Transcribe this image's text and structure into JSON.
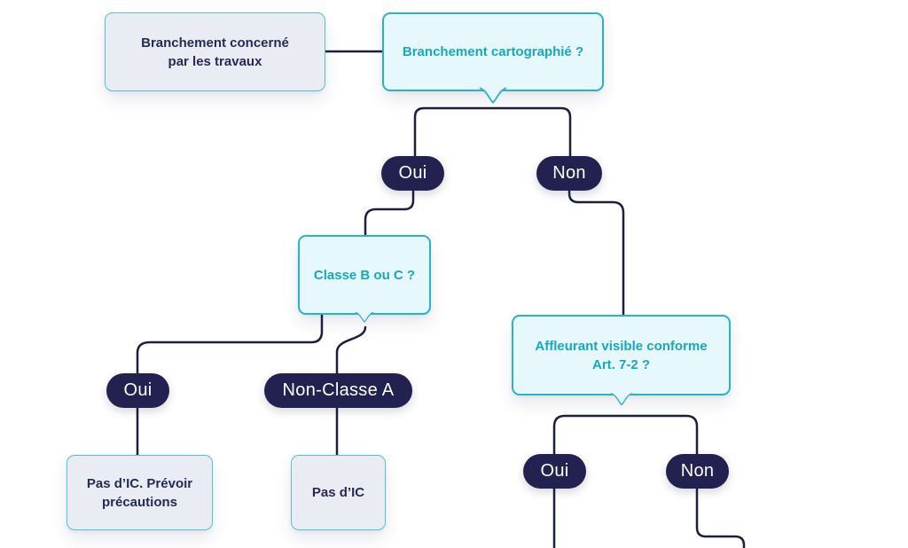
{
  "diagram": {
    "background": "#ffffff",
    "colors": {
      "background": "#ffffff",
      "connector": "#1d1f3e",
      "pill_bg": "#232150",
      "pill_text": "#ffffff",
      "question_border": "#29b3c5",
      "question_fill": "#e6f8fb",
      "question_text": "#16a9be",
      "info_fill": "#eaecf4",
      "info_border": "#55c2d2",
      "info_text": "#262a54"
    },
    "boxes": {
      "start": {
        "line1": "Branchement concerné",
        "line2": "par les travaux"
      },
      "q_cartographie": {
        "line1": "Branchement cartographié ?"
      },
      "q_classe": {
        "line1": "Classe B ou C ?"
      },
      "q_affleurant": {
        "line1": "Affleurant visible conforme",
        "line2": "Art. 7-2 ?"
      },
      "r_precautions": {
        "line1": "Pas d’IC. Prévoir",
        "line2": "précautions"
      },
      "r_pas_ic": {
        "line1": "Pas d’IC"
      }
    },
    "pills": {
      "carto_oui": "Oui",
      "carto_non": "Non",
      "classe_oui": "Oui",
      "classe_non": "Non-Classe A",
      "affleurant_oui": "Oui",
      "affleurant_non": "Non"
    }
  }
}
